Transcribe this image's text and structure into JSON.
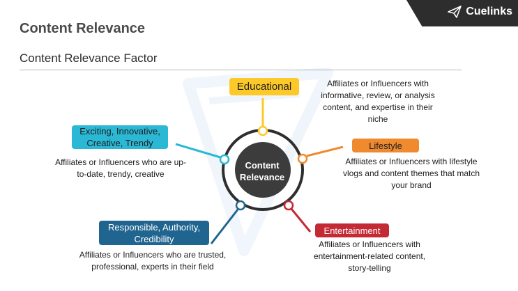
{
  "brand": {
    "name": "Cuelinks",
    "icon": "paper-plane-icon"
  },
  "page": {
    "title": "Content Relevance",
    "subtitle": "Content Relevance Factor"
  },
  "diagram": {
    "center": "Content Relevance",
    "segments": [
      {
        "id": "educational",
        "label": "Educational",
        "color": "#fcc928",
        "description": "Affiliates or Influencers with informative, review, or analysis content, and expertise in their niche"
      },
      {
        "id": "lifestyle",
        "label": "Lifestyle",
        "color": "#f08a2f",
        "description": "Affiliates or Influencers with lifestyle vlogs and content themes that match your brand"
      },
      {
        "id": "entertainment",
        "label": "Entertainment",
        "color": "#c42a34",
        "description": "Affiliates or Influencers with entertainment-related content, story-telling"
      },
      {
        "id": "responsible",
        "label": "Responsible, Authority, Credibility",
        "color": "#20658f",
        "description": "Affiliates or Influencers who are trusted, professional, experts in their field"
      },
      {
        "id": "exciting",
        "label": "Exciting, Innovative, Creative, Trendy",
        "color": "#2bb8d5",
        "description": "Affiliates or Influencers who are up-to-date, trendy, creative"
      }
    ]
  }
}
